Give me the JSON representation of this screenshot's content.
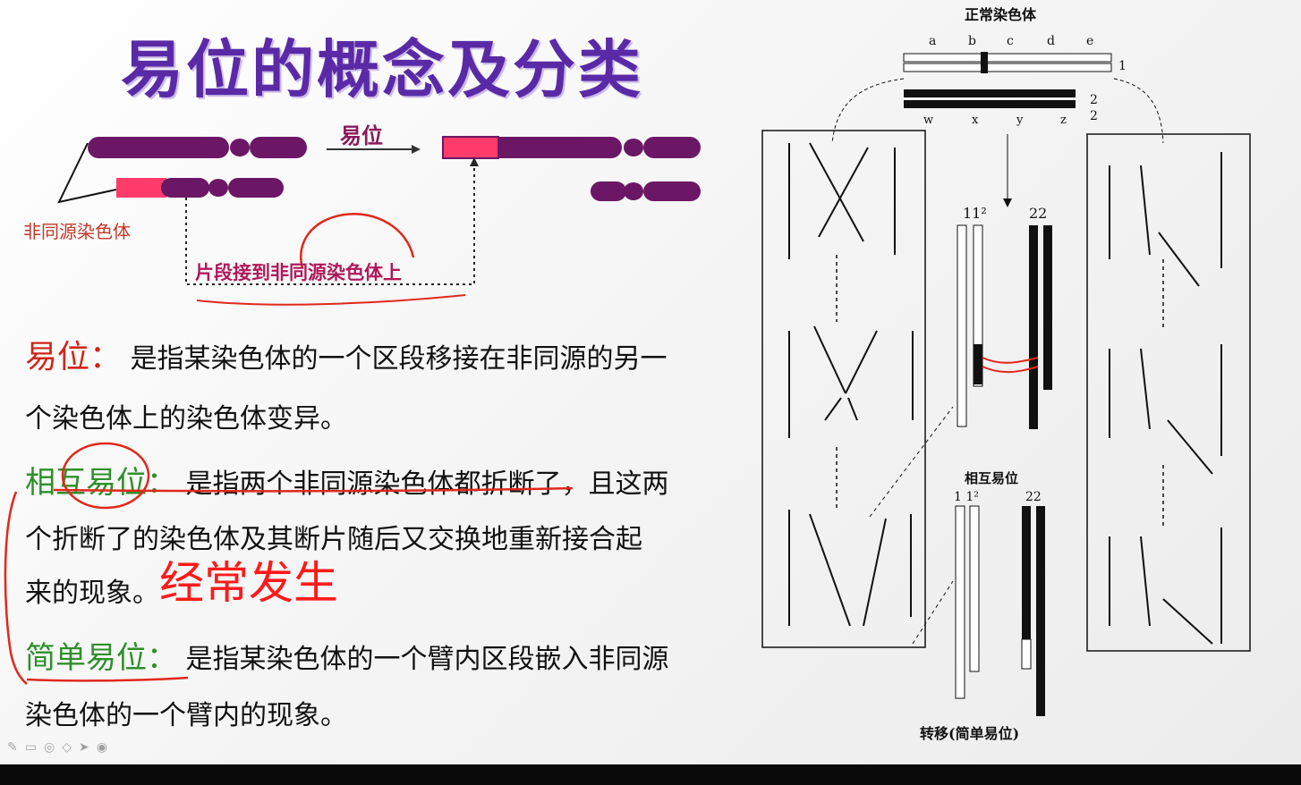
{
  "slide": {
    "title": "易位的概念及分类",
    "diagram": {
      "arrow_label": "易位",
      "source_label": "非同源染色体",
      "note": "片段接到非同源染色体上"
    },
    "definitions": [
      {
        "term": "易位：",
        "lines": [
          "是指某染色体的一个区段移接在非同源的另一",
          "个染色体上的染色体变异。"
        ]
      },
      {
        "term": "相互易位：",
        "lines": [
          "是指两个非同源染色体都折断了，且这两",
          "个折断了的染色体及其断片随后又交换地重新接合起",
          "来的现象。"
        ]
      },
      {
        "term": "简单易位：",
        "lines": [
          "是指某染色体的一个臂内区段嵌入非同源",
          "染色体的一个臂内的现象。"
        ]
      }
    ],
    "handwritten_note": "经常发生"
  },
  "figure": {
    "top_label": "正常染色体",
    "top_letters_upper": [
      "a",
      "b",
      "c",
      "d",
      "e"
    ],
    "top_letters_lower": [
      "w",
      "x",
      "y",
      "z"
    ],
    "row_numbers": [
      "1",
      "2",
      "2"
    ],
    "middle_labels": [
      "11²",
      "22"
    ],
    "reciprocal_label": "相互易位",
    "bottom_label": "转移(简单易位)",
    "lower_numbers": [
      "1 1²",
      "22"
    ]
  },
  "colors": {
    "title": "#5a2aa6",
    "chromosome": "#6b1766",
    "segment": "#ff3b6b",
    "red_term": "#d0261a",
    "green_term": "#2f8f2a",
    "handwriting": "#e0281c"
  },
  "icons": [
    "pen-icon",
    "eraser-icon",
    "highlighter-icon",
    "brush-icon",
    "pointer-icon",
    "laser-icon"
  ]
}
